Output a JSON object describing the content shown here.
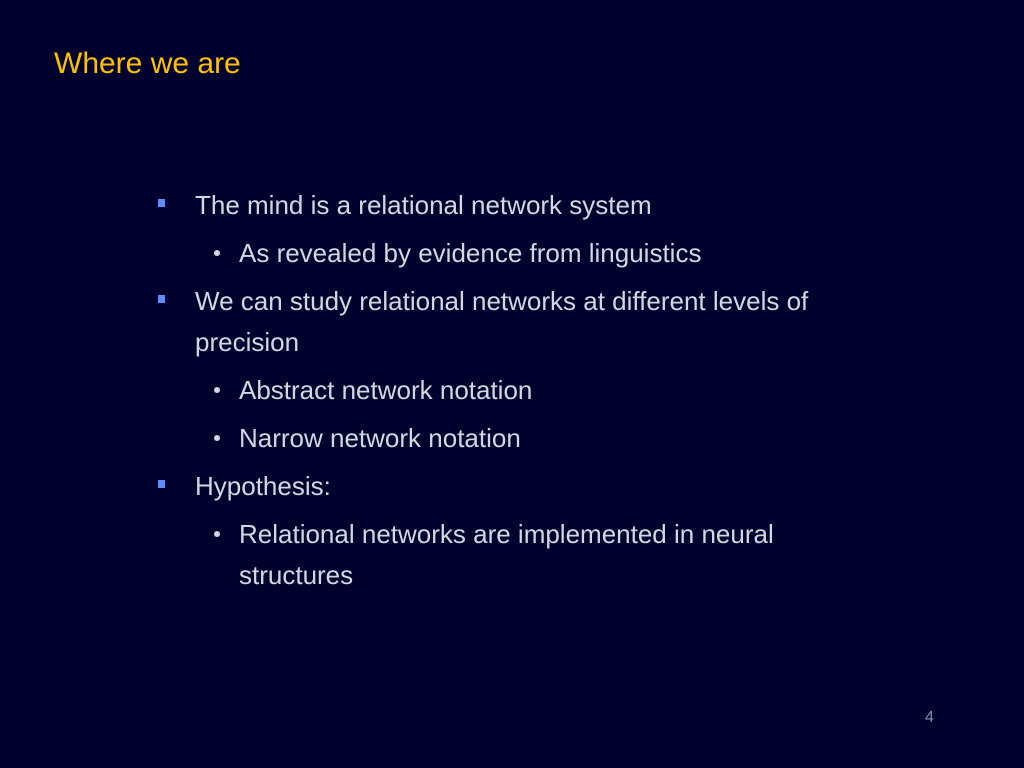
{
  "slide": {
    "title": "Where we are",
    "bullets": [
      {
        "text": "The mind is a relational network system"
      },
      {
        "text": "As revealed by evidence from linguistics"
      },
      {
        "text": "We can study relational networks at different levels of precision"
      },
      {
        "text": "Abstract network notation"
      },
      {
        "text": "Narrow network notation"
      },
      {
        "text": "Hypothesis:"
      },
      {
        "text": "Relational networks are implemented in neural structures"
      }
    ],
    "page_number": "4"
  },
  "colors": {
    "background": "#00002e",
    "title": "#ffc000",
    "body_text": "#d4d6e0",
    "level1_bullet": "#5c8cff"
  },
  "icons": {
    "level1_bullet": "square-bullet-icon",
    "level2_bullet": "dot-bullet-icon"
  }
}
